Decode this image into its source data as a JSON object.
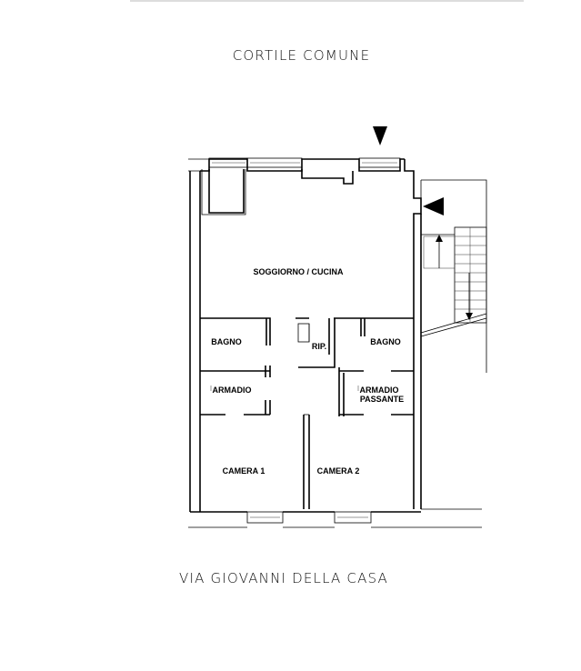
{
  "labels": {
    "top_street": "CORTILE  COMUNE",
    "bottom_street": "VIA  GIOVANNI  DELLA  CASA"
  },
  "rooms": {
    "soggiorno": "SOGGIORNO / CUCINA",
    "bagno_left": "BAGNO",
    "rip": "RIP.",
    "bagno_right": "BAGNO",
    "armadio": "ARMADIO",
    "armadio_passante_1": "ARMADIO",
    "armadio_passante_2": "PASSANTE",
    "camera1": "CAMERA 1",
    "camera2": "CAMERA 2"
  },
  "icons": {
    "entrance_top": "triangle-down-icon",
    "entrance_side": "triangle-left-icon",
    "stairs": "staircase-icon"
  }
}
